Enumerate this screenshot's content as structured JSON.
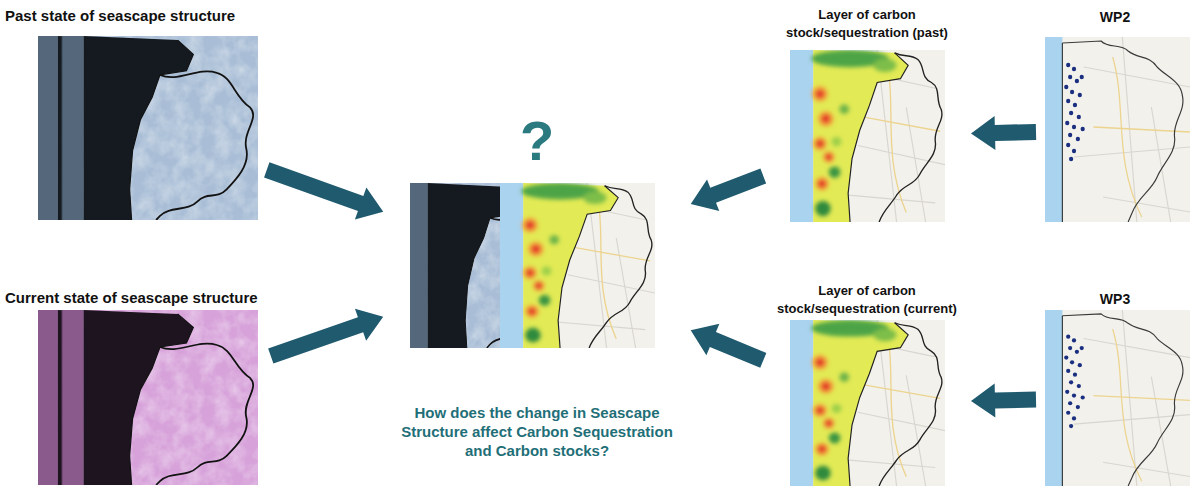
{
  "diagram": {
    "nodes": [
      {
        "text": [
          "Past state of seascape structure"
        ]
      },
      {
        "text": [
          "Current state of seascape structure"
        ]
      },
      {
        "text": [
          "?",
          "How does the change in Seascape Structure affect Carbon Sequestration and Carbon stocks?"
        ]
      },
      {
        "text": [
          "Layer of carbon stock/sequestration (past)"
        ]
      },
      {
        "text": [
          "WP2"
        ]
      },
      {
        "text": [
          "Layer of carbon stock/sequestration (current)"
        ]
      },
      {
        "text": [
          "WP3"
        ]
      }
    ],
    "edges": [
      {
        "from": 0,
        "to": 2,
        "arrow": "to"
      },
      {
        "from": 1,
        "to": 2,
        "arrow": "to"
      },
      {
        "from": 3,
        "to": 2,
        "arrow": "to"
      },
      {
        "from": 5,
        "to": 2,
        "arrow": "to"
      },
      {
        "from": 4,
        "to": 3,
        "arrow": "to"
      },
      {
        "from": 6,
        "to": 5,
        "arrow": "to"
      }
    ]
  }
}
